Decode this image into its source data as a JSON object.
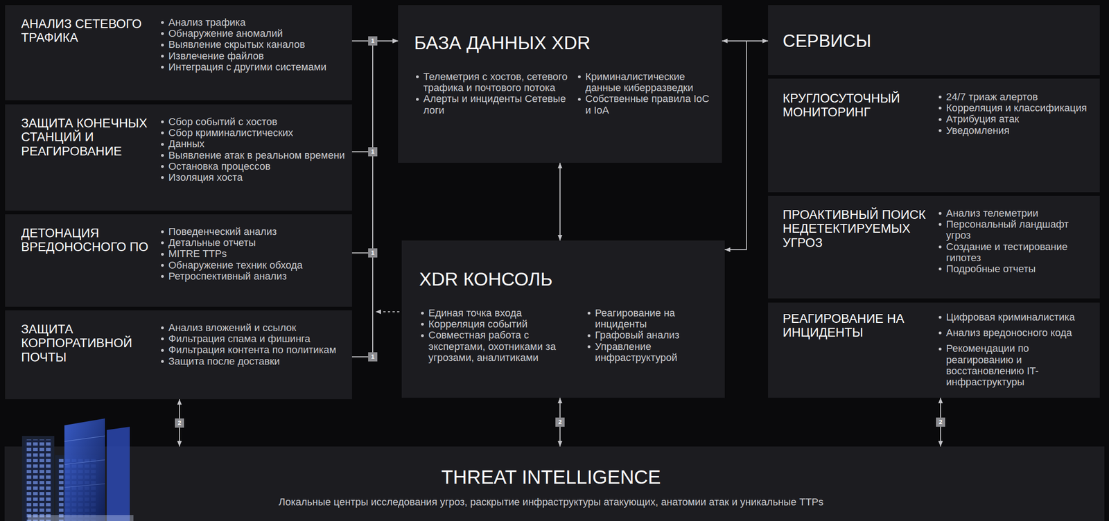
{
  "diagram": {
    "nodes": [
      {
        "text": [
          "АНАЛИЗ СЕТЕВОГО ТРАФИКА",
          "Анализ трафика",
          "Обнаружение аномалий",
          "Выявление скрытых каналов",
          "Извлечение файлов",
          "Интеграция с другими системами"
        ]
      },
      {
        "text": [
          "ЗАЩИТА КОНЕЧНЫХ СТАНЦИЙ И РЕАГИРОВАНИЕ",
          "Сбор событий с хостов",
          "Сбор криминалистических",
          "Данных",
          "Выявление атак в реальном времени",
          "Остановка процессов",
          "Изоляция хоста"
        ]
      },
      {
        "text": [
          "ДЕТОНАЦИЯ ВРЕДОНОСНОГО ПО",
          "Поведенческий анализ",
          "Детальные отчеты",
          "MITRE TTPs",
          "Обнаружение техник обхода",
          "Ретроспективный анализ"
        ]
      },
      {
        "text": [
          "ЗАЩИТА КОРПОРАТИВНОЙ ПОЧТЫ",
          "Анализ вложений и ссылок",
          "Фильтрация спама и фишинга",
          "Фильтрация контента по политикам",
          "Защита после доставки"
        ]
      },
      {
        "text": [
          "БАЗА ДАННЫХ XDR",
          "Телеметрия с хостов, сетевого трафика и почтового потока",
          "Алерты и инциденты Сетевые логи",
          "Криминалистические данные киберразведки",
          "Собственные правила IoC и IoA"
        ]
      },
      {
        "text": [
          "XDR КОНСОЛЬ",
          "Единая точка входа",
          "Корреляция событий",
          "Совместная работа с экспертами, охотниками за угрозами, аналитиками",
          "Реагирование на инциденты",
          "Графовый анализ",
          "Управление инфраструктурой"
        ]
      },
      {
        "text": [
          "СЕРВИСЫ"
        ]
      },
      {
        "text": [
          "КРУГЛОСУТОЧНЫЙ МОНИТОРИНГ",
          "24/7 триаж алертов",
          "Корреляция и классификация",
          "Атрибуция атак",
          "Уведомления"
        ]
      },
      {
        "text": [
          "ПРОАКТИВНЫЙ ПОИСК НЕДЕТЕКТИРУЕМЫХ УГРОЗ",
          "Анализ телеметрии",
          "Персональный ландшафт угроз",
          "Создание и тестирование гипотез",
          "Подробные отчеты"
        ]
      },
      {
        "text": [
          "РЕАГИРОВАНИЕ НА ИНЦИДЕНТЫ",
          "Цифровая криминалистика",
          "Анализ вредоносного кода",
          "Рекомендации по реагированию и восстановлению IT-инфраструктуры"
        ]
      },
      {
        "text": [
          "THREAT INTELLIGENCE",
          "Локальные центры исследования угроз, раскрытие инфраструктуры атакующих, анатомии атак и уникальные TTPs"
        ]
      }
    ],
    "edges": [
      {
        "from": 0,
        "to": 4,
        "arrow": "to",
        "label": "1"
      },
      {
        "from": 1,
        "to": 4,
        "arrow": "to",
        "label": "1"
      },
      {
        "from": 2,
        "to": 4,
        "arrow": "to",
        "label": "1"
      },
      {
        "from": 3,
        "to": 4,
        "arrow": "to",
        "label": "1"
      },
      {
        "from": 4,
        "to": 6,
        "arrow": "both"
      },
      {
        "from": 6,
        "to": 5,
        "arrow": "to"
      },
      {
        "from": 4,
        "to": 5,
        "arrow": "both"
      },
      {
        "from": 3,
        "to": 10,
        "arrow": "both",
        "label": "2"
      },
      {
        "from": 5,
        "to": 10,
        "arrow": "both",
        "label": "2"
      },
      {
        "from": 9,
        "to": 10,
        "arrow": "both",
        "label": "2"
      }
    ]
  }
}
